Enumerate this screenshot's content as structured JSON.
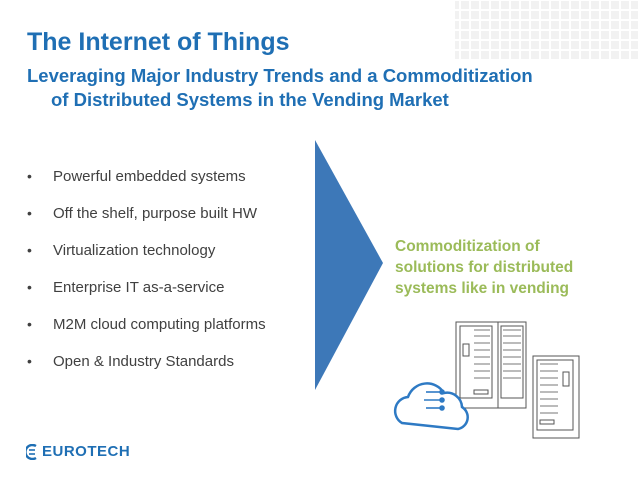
{
  "slide": {
    "title": "The Internet of Things",
    "subtitle_line1": "Leveraging Major Industry Trends and a Commoditization",
    "subtitle_line2": "of Distributed Systems in the Vending Market"
  },
  "bullets": [
    "Powerful embedded systems",
    "Off the shelf, purpose built HW",
    "Virtualization technology",
    "Enterprise IT as-a-service",
    "M2M cloud computing platforms",
    "Open & Industry Standards"
  ],
  "bullet_symbol": "•",
  "callout": {
    "line1": "Commoditization of",
    "line2": "solutions for distributed",
    "line3": "systems like in vending"
  },
  "logo": {
    "text": "EUROTECH"
  },
  "colors": {
    "title": "#1f6fb4",
    "callout": "#9bbb59",
    "arrow": "#3d78b8",
    "grid": "#f1f1f1"
  },
  "icons": [
    "vending-machine-icon",
    "cloud-network-icon",
    "eurotech-logo-icon"
  ]
}
